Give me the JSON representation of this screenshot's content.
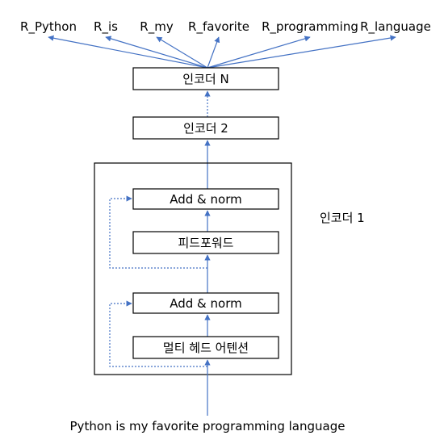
{
  "outputs": [
    "R_Python",
    "R_is",
    "R_my",
    "R_favorite",
    "R_programming",
    "R_language"
  ],
  "encoders": {
    "top": "인코더 N",
    "second": "인코더 2",
    "first_label": "인코더 1"
  },
  "encoder1_layers": {
    "add_norm_upper": "Add & norm",
    "feedforward": "피드포워드",
    "add_norm_lower": "Add & norm",
    "attention": "멀티 헤드 어텐션"
  },
  "input_sentence": "Python is my favorite programming language",
  "colors": {
    "arrow": "#4472c4",
    "box_border": "#000000"
  }
}
